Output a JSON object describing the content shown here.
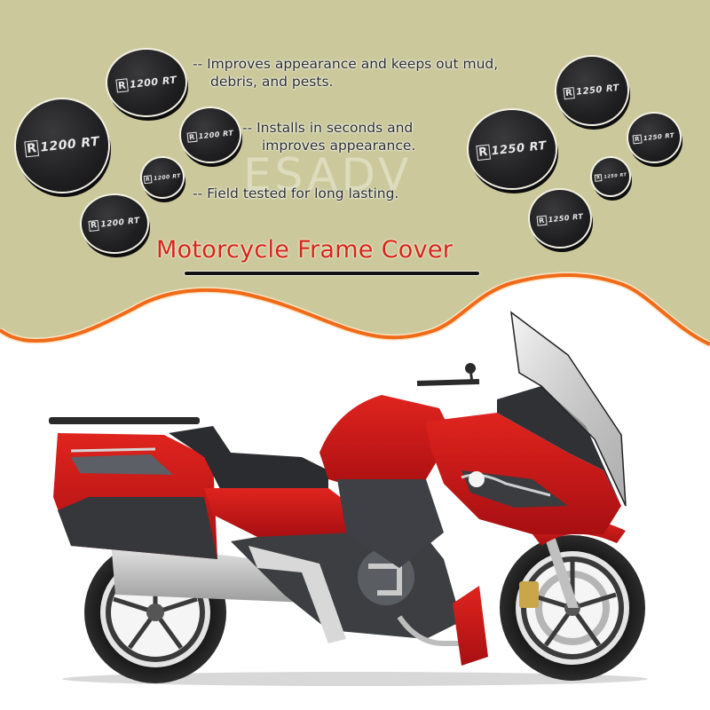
{
  "banner": {
    "background_color": "#cbc99b",
    "wave_border_color": "#f06a18",
    "watermark": "ESADV",
    "headline": "Motorcycle Frame Cover",
    "headline_color": "#d4261c",
    "features": [
      {
        "line1": "-- Improves appearance and keeps out mud,",
        "line2": "debris, and pests."
      },
      {
        "line1": "-- Installs in seconds and",
        "line2": "improves appearance."
      },
      {
        "line1": "-- Field tested for long lasting.",
        "line2": ""
      }
    ]
  },
  "left_caps": {
    "model": "1200 RT",
    "badge": "R",
    "count": 5
  },
  "right_caps": {
    "model": "1250 RT",
    "badge": "R",
    "count": 5
  },
  "product_image": {
    "subject": "red touring motorcycle",
    "body_color": "#c8141a",
    "trim_color": "#2d2f33"
  }
}
